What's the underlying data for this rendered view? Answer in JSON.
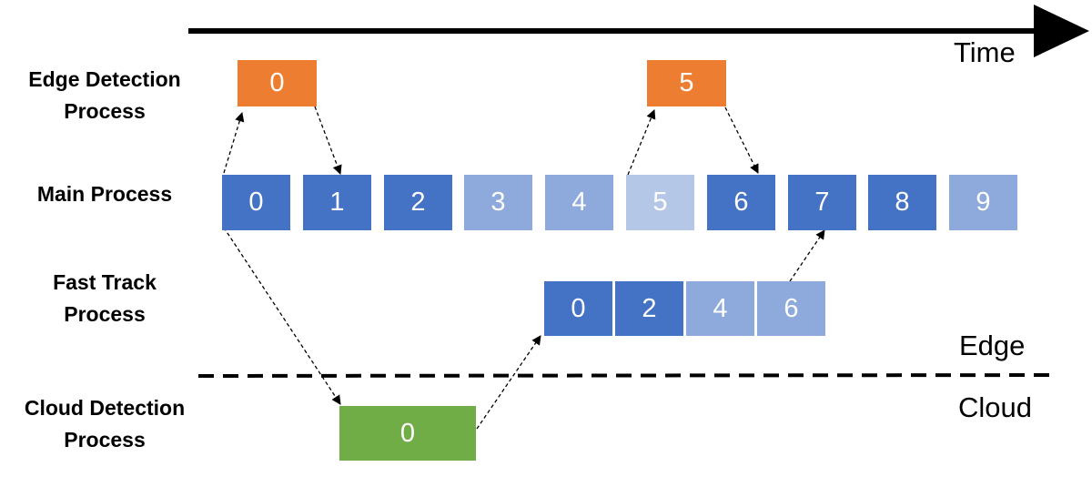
{
  "colors": {
    "orange": "#ED7D31",
    "blue_dark": "#4472C4",
    "blue_mid": "#8EA9DB",
    "blue_light": "#B4C7E7",
    "green": "#70AD47",
    "line": "#000000"
  },
  "time_label": "Time",
  "regions": {
    "edge": "Edge",
    "cloud": "Cloud"
  },
  "rows": {
    "edge_detection": {
      "lines": [
        "Edge Detection",
        "Process"
      ],
      "boxes": [
        {
          "label": "0",
          "shade": "orange"
        },
        {
          "label": "5",
          "shade": "orange"
        }
      ]
    },
    "main": {
      "lines": [
        "Main Process"
      ],
      "boxes": [
        {
          "label": "0",
          "shade": "blue_dark"
        },
        {
          "label": "1",
          "shade": "blue_dark"
        },
        {
          "label": "2",
          "shade": "blue_dark"
        },
        {
          "label": "3",
          "shade": "blue_mid"
        },
        {
          "label": "4",
          "shade": "blue_mid"
        },
        {
          "label": "5",
          "shade": "blue_light"
        },
        {
          "label": "6",
          "shade": "blue_dark"
        },
        {
          "label": "7",
          "shade": "blue_dark"
        },
        {
          "label": "8",
          "shade": "blue_dark"
        },
        {
          "label": "9",
          "shade": "blue_mid"
        }
      ]
    },
    "fast_track": {
      "lines": [
        "Fast Track",
        "Process"
      ],
      "boxes": [
        {
          "label": "0",
          "shade": "blue_dark"
        },
        {
          "label": "2",
          "shade": "blue_dark"
        },
        {
          "label": "4",
          "shade": "blue_mid"
        },
        {
          "label": "6",
          "shade": "blue_mid"
        }
      ]
    },
    "cloud_detection": {
      "lines": [
        "Cloud Detection",
        "Process"
      ],
      "boxes": [
        {
          "label": "0",
          "shade": "green"
        }
      ]
    }
  }
}
